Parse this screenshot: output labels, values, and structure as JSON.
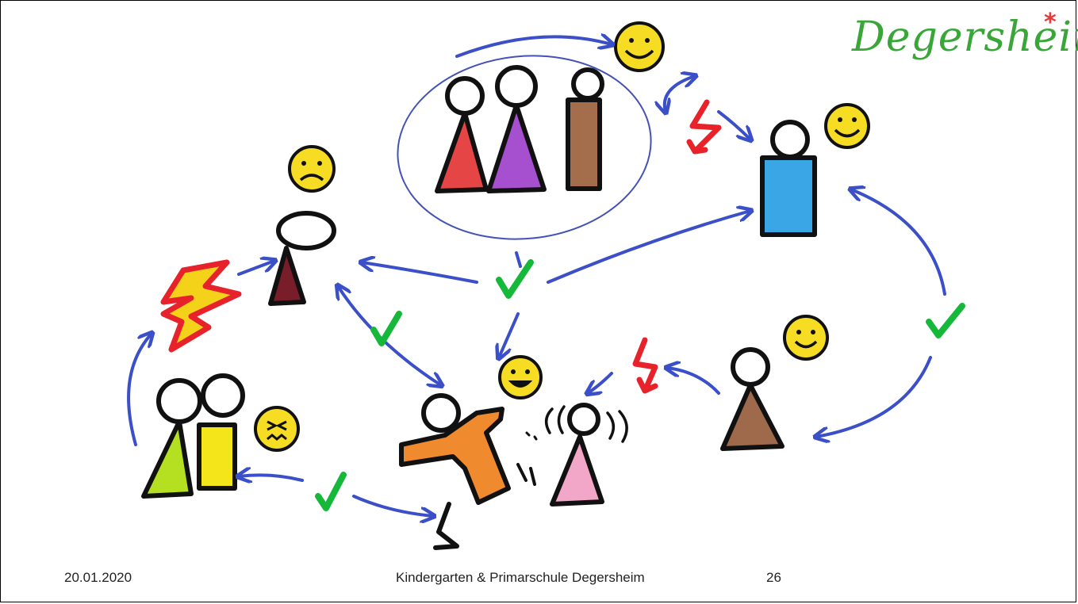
{
  "slide": {
    "footer_date": "20.01.2020",
    "footer_title": "Kindergarten & Primarschule Degersheim",
    "page_number": "26"
  },
  "logo": {
    "text": "Degersheim",
    "star": "*"
  },
  "colors": {
    "arrow": "#3a4fc8",
    "conflict": "#e8222a",
    "lightning_fill": "#f5d21a",
    "check": "#16b83a",
    "smiley": "#f6dd24",
    "ink": "#111111"
  }
}
